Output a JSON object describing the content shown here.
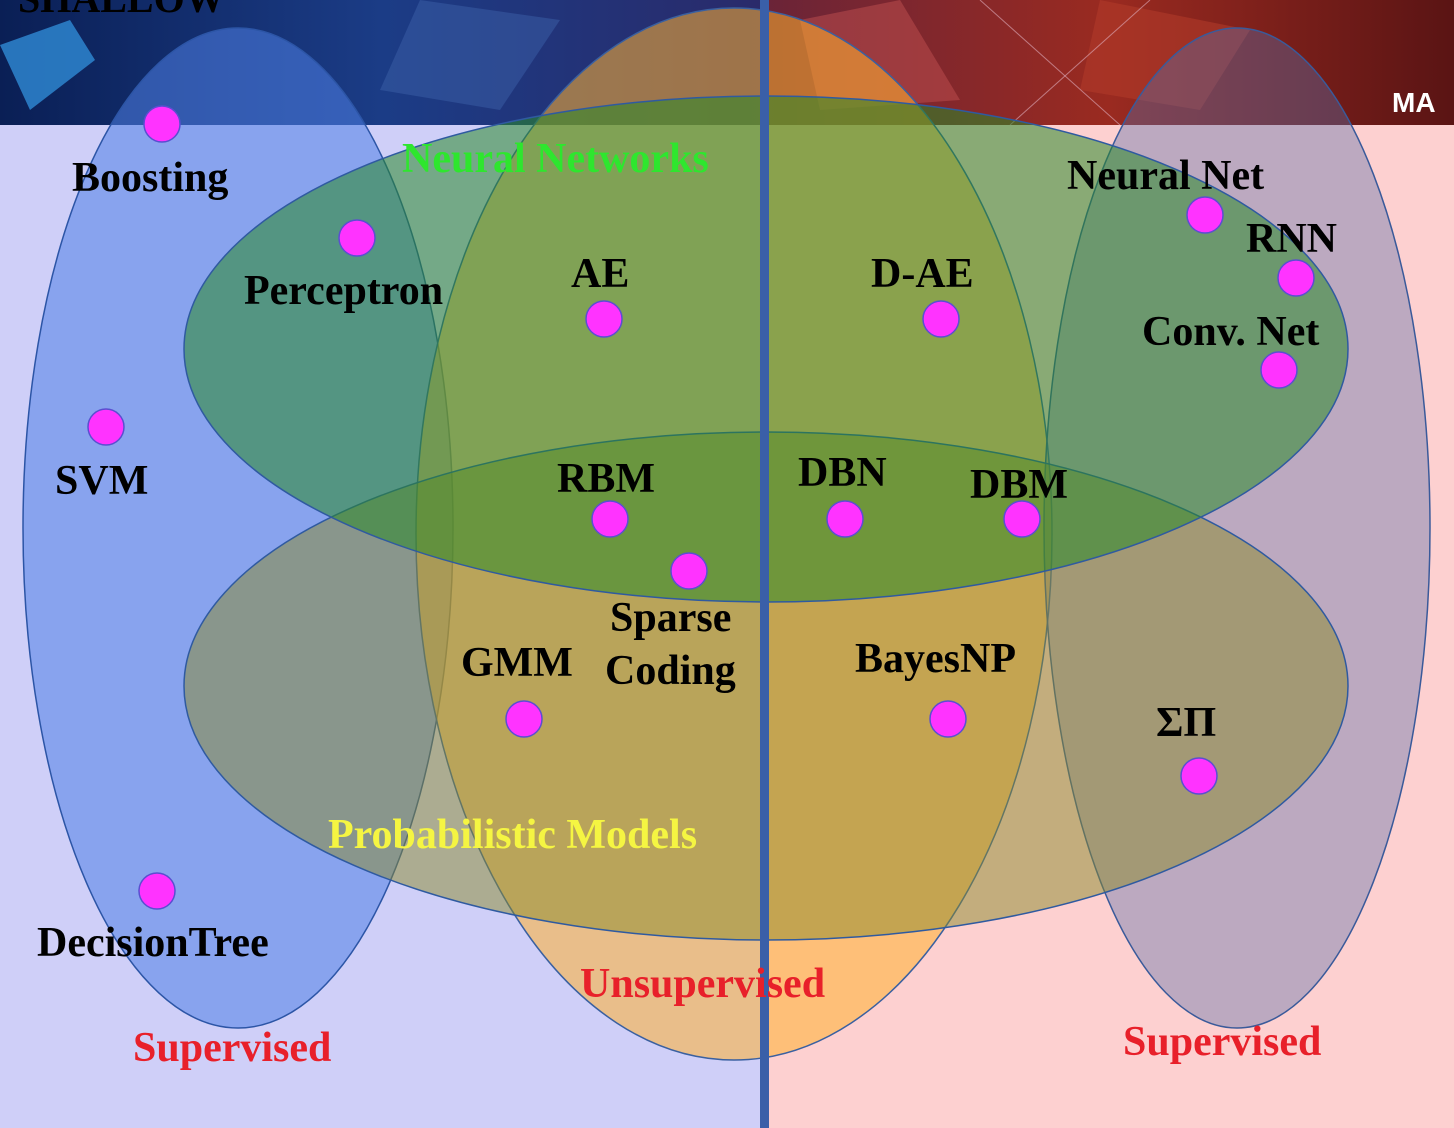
{
  "banner": {
    "left_text": "SHALLOW",
    "right_text": "MA",
    "left_color": "#0b2a6a",
    "right_color": "#7a1a1a"
  },
  "regions": {
    "left_bg": "#cfcff8",
    "right_bg": "#fdd0d0",
    "divider_color": "#3a5fa8"
  },
  "sets": {
    "neural_networks": {
      "label": "Neural Networks",
      "color": "#2ee62e"
    },
    "probabilistic_models": {
      "label": "Probabilistic Models",
      "color": "#f5f542"
    },
    "unsupervised": {
      "label": "Unsupervised",
      "color": "#e8202a"
    },
    "supervised_left": {
      "label": "Supervised",
      "color": "#e8202a"
    },
    "supervised_right": {
      "label": "Supervised",
      "color": "#e8202a"
    }
  },
  "models": [
    {
      "id": "boosting",
      "label": "Boosting"
    },
    {
      "id": "perceptron",
      "label": "Perceptron"
    },
    {
      "id": "ae",
      "label": "AE"
    },
    {
      "id": "d-ae",
      "label": "D-AE"
    },
    {
      "id": "neural-net",
      "label": "Neural Net"
    },
    {
      "id": "rnn",
      "label": "RNN"
    },
    {
      "id": "conv-net",
      "label": "Conv. Net"
    },
    {
      "id": "svm",
      "label": "SVM"
    },
    {
      "id": "rbm",
      "label": "RBM"
    },
    {
      "id": "dbn",
      "label": "DBN"
    },
    {
      "id": "dbm",
      "label": "DBM"
    },
    {
      "id": "sparse-coding",
      "label_line1": "Sparse",
      "label_line2": "Coding"
    },
    {
      "id": "gmm",
      "label": "GMM"
    },
    {
      "id": "bayesnp",
      "label": "BayesNP"
    },
    {
      "id": "sum-product",
      "label": "ΣΠ"
    },
    {
      "id": "decision-tree",
      "label": "DecisionTree"
    }
  ],
  "dot_color": "#ff33ff"
}
